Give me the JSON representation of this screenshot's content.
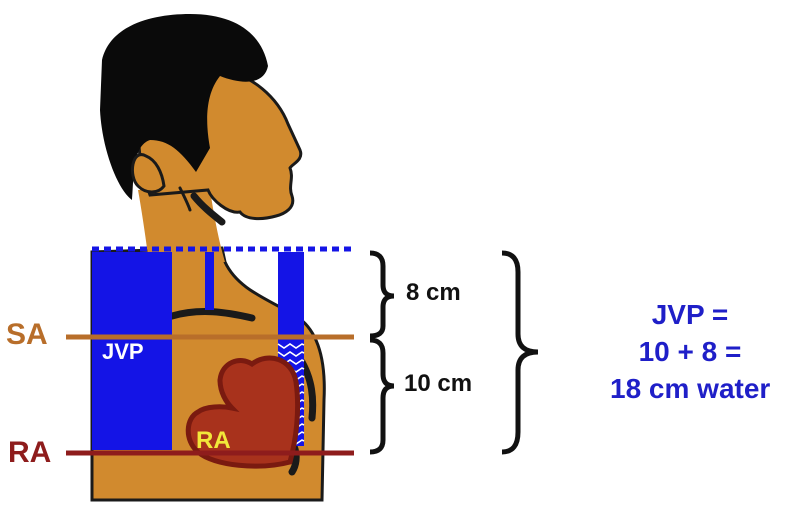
{
  "labels": {
    "sa": "SA",
    "ra_side": "RA",
    "jvp_column": "JVP",
    "ra_heart": "RA"
  },
  "measurements": {
    "upper": "8 cm",
    "lower": "10 cm"
  },
  "equation": {
    "line1": "JVP  =",
    "line2": "10 + 8 =",
    "line3": "18 cm water"
  },
  "colors": {
    "skin": "#D18A2E",
    "hair": "#0a0a0a",
    "jvp_blue": "#1414e6",
    "equation_blue": "#1f1fc8",
    "sa_line": "#b86e2a",
    "ra_line": "#8e1c1c",
    "heart": "#a8321c",
    "ra_heart_text": "#f2e83a"
  },
  "icons": {
    "heart": "heart-icon",
    "head": "human-head-silhouette"
  }
}
